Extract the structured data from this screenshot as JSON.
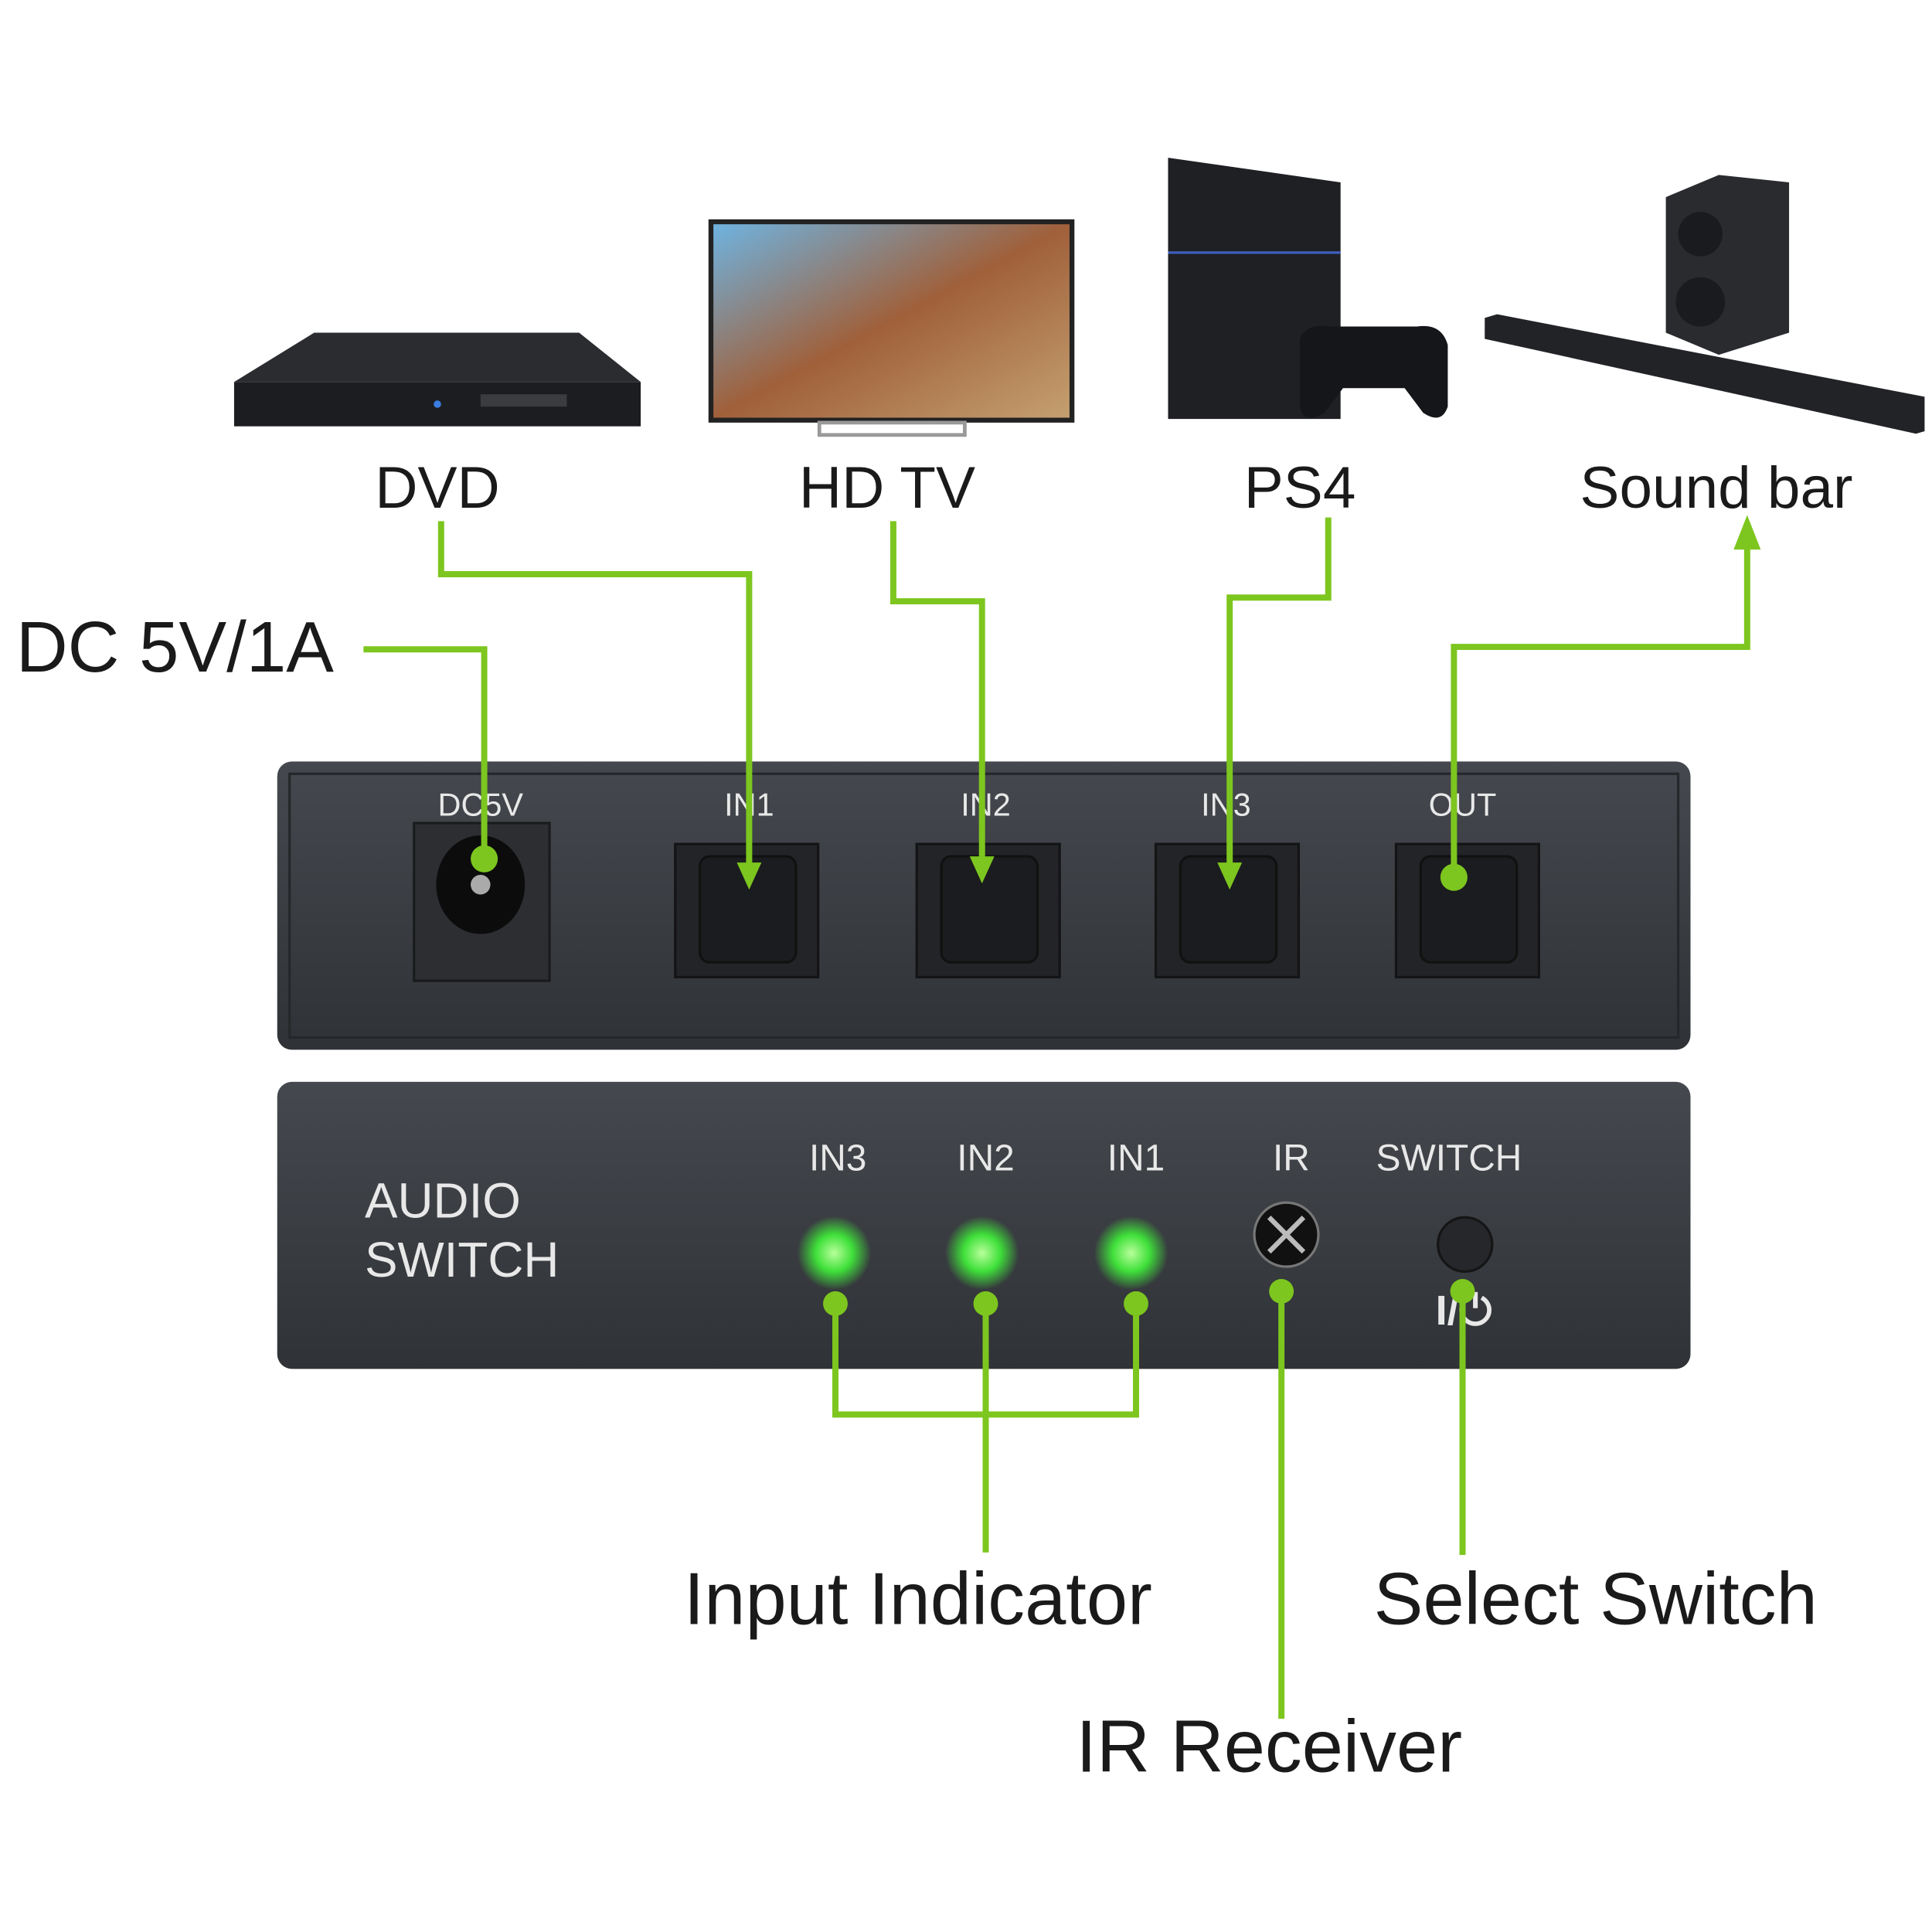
{
  "devices": {
    "dvd": "DVD",
    "tv": "HD TV",
    "ps4": "PS4",
    "soundbar": "Sound bar"
  },
  "power_label": "DC 5V/1A",
  "rear_panel": {
    "ports": [
      "DC5V",
      "IN1",
      "IN2",
      "IN3",
      "OUT"
    ]
  },
  "front_panel": {
    "brand_line1": "AUDIO",
    "brand_line2": "SWITCH",
    "indicators": [
      "IN3",
      "IN2",
      "IN1"
    ],
    "ir": "IR",
    "switch": "SWITCH",
    "switch_symbol": "I/⏻"
  },
  "callouts": {
    "input_indicator": "Input Indicator",
    "select_switch": "Select Switch",
    "ir_receiver": "IR Receiver"
  },
  "colors": {
    "line": "#7dc61f",
    "panel": "#3a3d42",
    "led": "#3fe03a"
  }
}
